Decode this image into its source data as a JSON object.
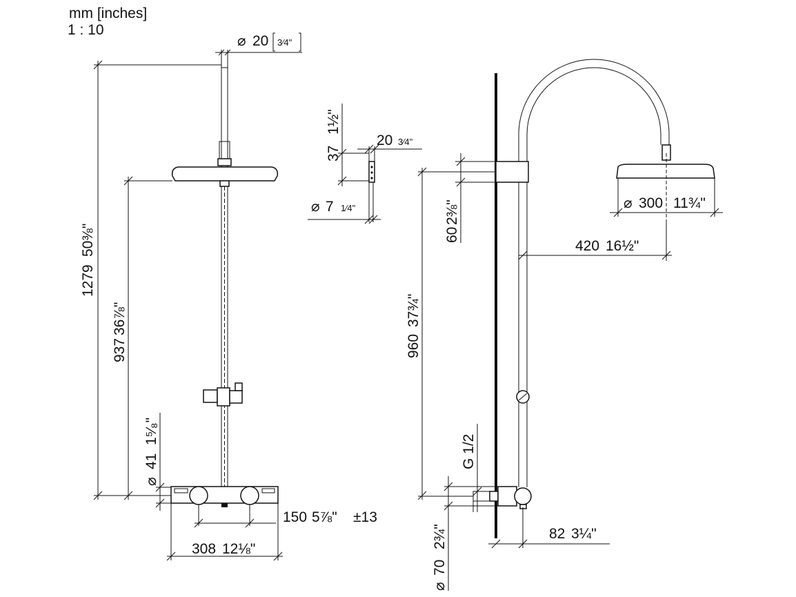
{
  "header": {
    "units": "mm [inches]",
    "scale": "1 : 10"
  },
  "dims": {
    "d20": {
      "mm": "20",
      "in": "3⁄4\"",
      "prefix": "⌀"
    },
    "h1279": {
      "mm": "1279",
      "in": "50⅜\""
    },
    "h937": {
      "mm": "937",
      "in": "36⅞\""
    },
    "d41": {
      "mm": "41",
      "in": "1⁵⁄₈\"",
      "prefix": "⌀"
    },
    "w150": {
      "mm": "150",
      "in": "5⅞\"",
      "tol": "±13"
    },
    "w308": {
      "mm": "308",
      "in": "12⅛\""
    },
    "h37": {
      "mm": "37",
      "in": "1½\""
    },
    "w20b": {
      "mm": "20",
      "in": "3⁄4\""
    },
    "d7": {
      "mm": "7",
      "in": "1⁄4\"",
      "prefix": "⌀"
    },
    "h60": {
      "mm": "60",
      "in": "2⅜\""
    },
    "h960": {
      "mm": "960",
      "in": "37¾\""
    },
    "d300": {
      "mm": "300",
      "in": "11¾\"",
      "prefix": "⌀"
    },
    "w420": {
      "mm": "420",
      "in": "16½\""
    },
    "g12": {
      "text": "G 1/2"
    },
    "d70": {
      "mm": "70",
      "in": "2¾\"",
      "prefix": "⌀"
    },
    "w82": {
      "mm": "82",
      "in": "3¼\""
    }
  }
}
